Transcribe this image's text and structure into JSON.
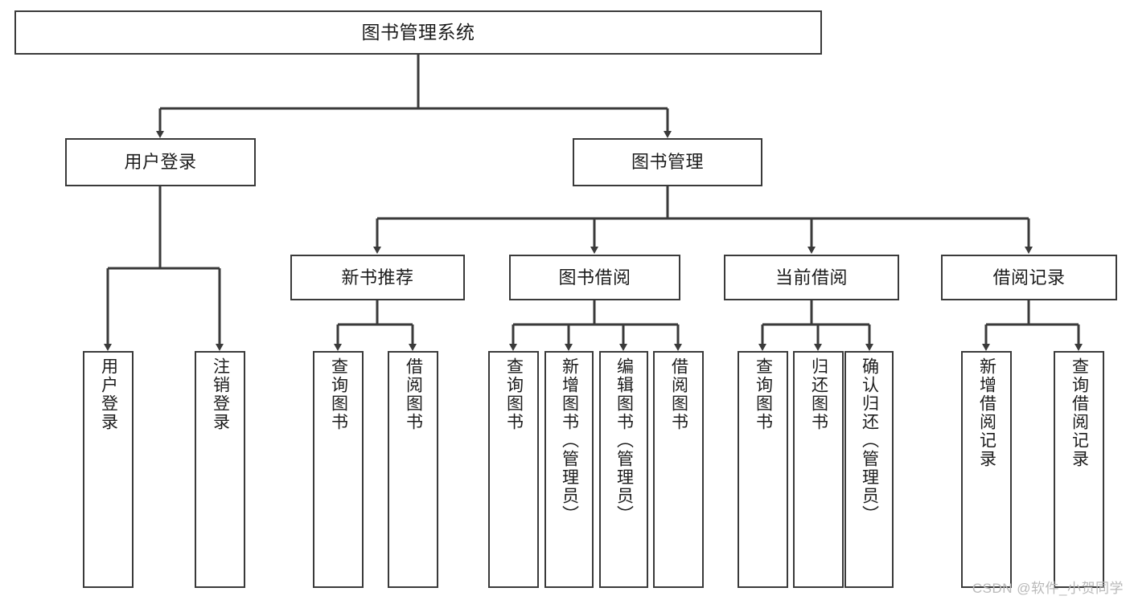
{
  "diagram": {
    "title": "图书管理系统",
    "type": "tree-hierarchy-chart",
    "watermark": "CSDN @软件_小贺同学",
    "colors": {
      "border": "#3a3a3a",
      "background": "#ffffff",
      "text": "#1c1c1c",
      "edge": "#3a3a3a",
      "watermark": "#b9b9b9"
    },
    "nodes": {
      "root": {
        "label": "图书管理系统"
      },
      "level1": [
        {
          "label": "用户登录"
        },
        {
          "label": "图书管理"
        }
      ],
      "level2": [
        {
          "label": "新书推荐"
        },
        {
          "label": "图书借阅"
        },
        {
          "label": "当前借阅"
        },
        {
          "label": "借阅记录"
        }
      ],
      "leaves": {
        "user_login": [
          {
            "label": "用户登录"
          },
          {
            "label": "注销登录"
          }
        ],
        "new_book_recommend": [
          {
            "label": "查询图书"
          },
          {
            "label": "借阅图书"
          }
        ],
        "book_borrow": [
          {
            "label": "查询图书"
          },
          {
            "label": "新增图书（管理员）"
          },
          {
            "label": "编辑图书（管理员）"
          },
          {
            "label": "借阅图书"
          }
        ],
        "current_borrow": [
          {
            "label": "查询图书"
          },
          {
            "label": "归还图书"
          },
          {
            "label": "确认归还（管理员）"
          }
        ],
        "borrow_record": [
          {
            "label": "新增借阅记录"
          },
          {
            "label": "查询借阅记录"
          }
        ]
      }
    }
  }
}
